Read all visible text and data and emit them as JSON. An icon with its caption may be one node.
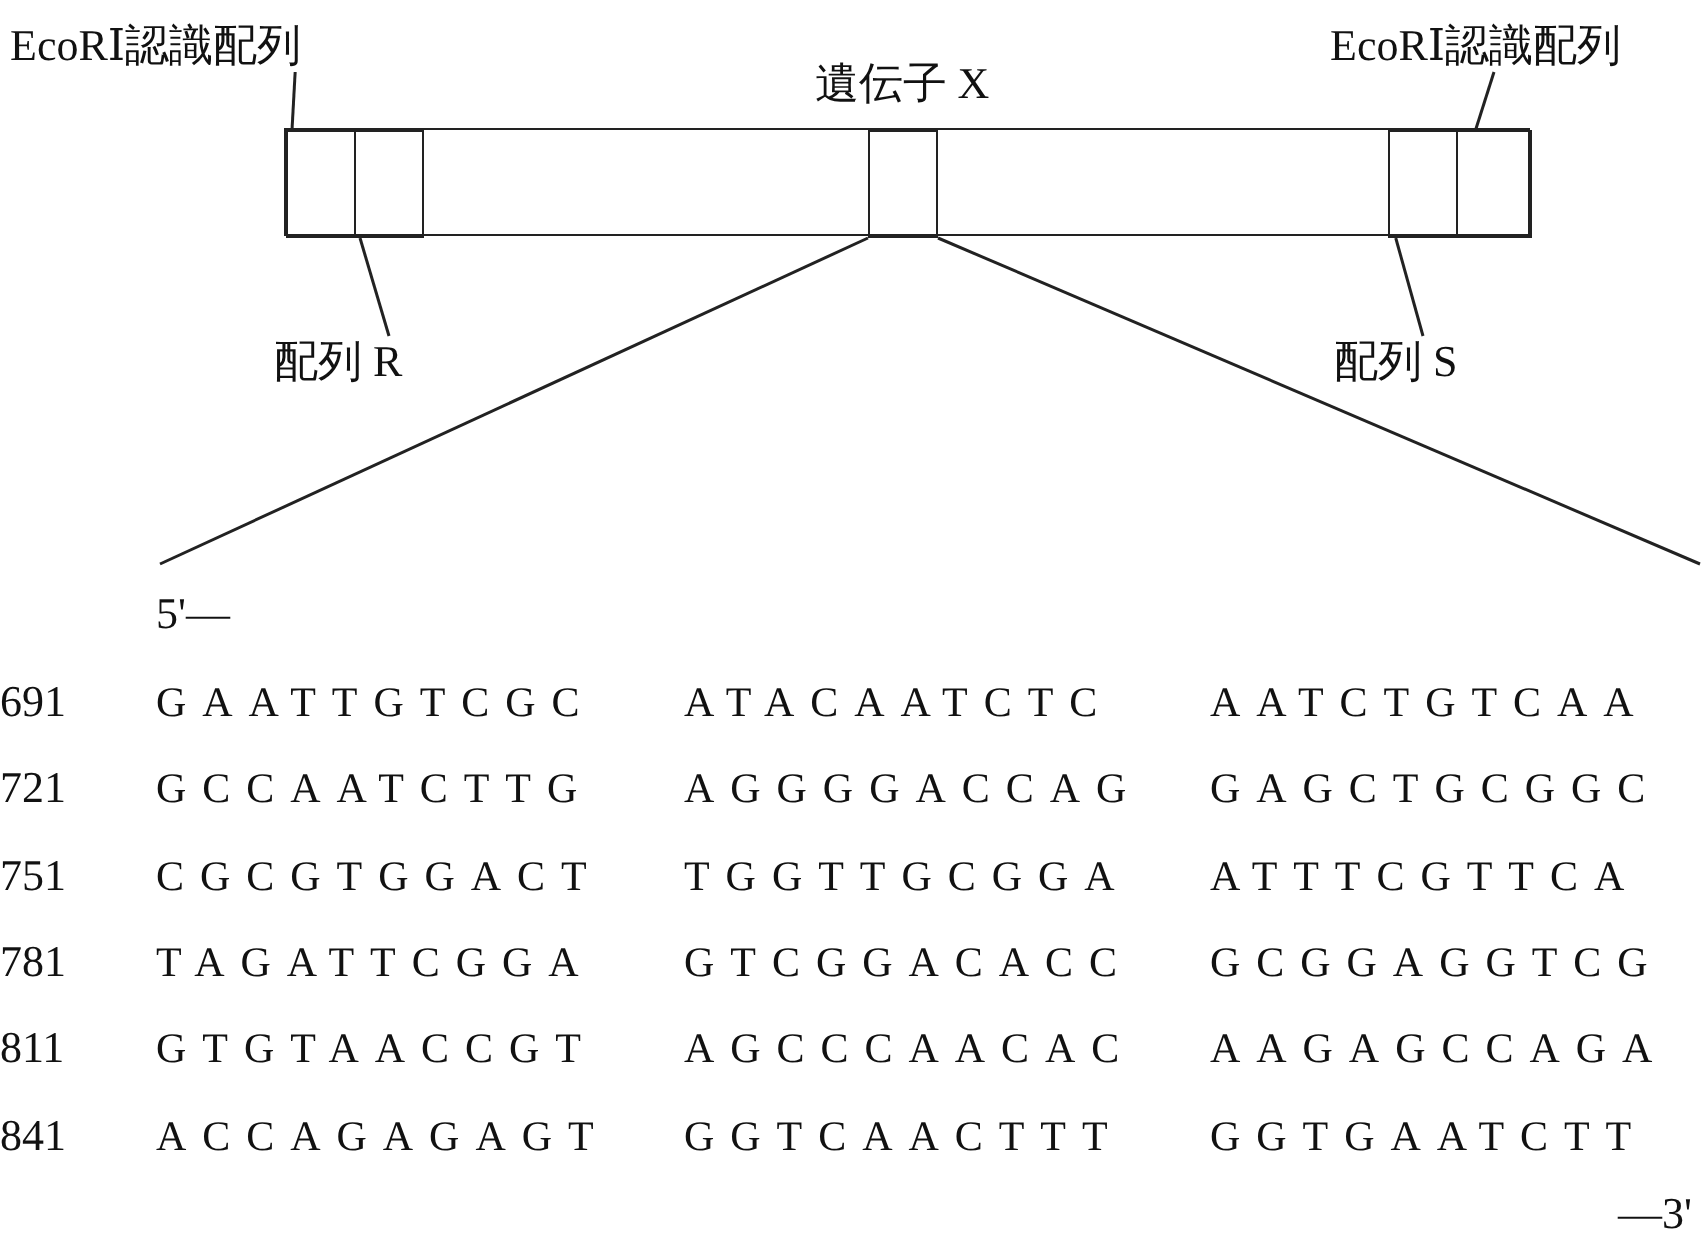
{
  "diagram": {
    "nodes": [
      {
        "text": [
          "EcoRⅠ認識配列"
        ]
      },
      {
        "text": [
          "遺伝子 X"
        ]
      },
      {
        "text": [],
        "shape": "box",
        "in": 1
      },
      {
        "text": [],
        "shape": "box",
        "in": 1
      },
      {
        "text": [],
        "shape": "box",
        "in": 1
      },
      {
        "text": [],
        "shape": "box",
        "in": 1
      },
      {
        "text": [],
        "shape": "box",
        "in": 1
      },
      {
        "text": [
          "EcoRⅠ認識配列"
        ]
      },
      {
        "text": [
          "配列 R"
        ]
      },
      {
        "text": [
          "配列 S"
        ]
      }
    ],
    "edges": [
      {
        "from": 0,
        "to": 2,
        "arrow": "none"
      },
      {
        "from": 7,
        "to": 6,
        "arrow": "none"
      },
      {
        "from": 8,
        "to": 3,
        "arrow": "none"
      },
      {
        "from": 9,
        "to": 5,
        "arrow": "none"
      }
    ],
    "labels": [
      "5'—",
      "691",
      "GAATTGTCGC",
      "ATACAATCTC",
      "AATCTGTCAA",
      "721",
      "GCCAATCTTG",
      "AGGGGACCAG",
      "GAGCTGCGGC",
      "751",
      "CGCGTGGACT",
      "TGGTTGCGGA",
      "ATTTCGTTCA",
      "781",
      "TAGATTCGGA",
      "GTCGGACACC",
      "GCGGAGGTCG",
      "811",
      "GTGTAACCGT",
      "AGCCCAACAC",
      "AAGAGCCAGA",
      "841",
      "ACCAGAGAGT",
      "GGTCAACTTT",
      "GGTGAATCTT",
      "—3'"
    ]
  }
}
